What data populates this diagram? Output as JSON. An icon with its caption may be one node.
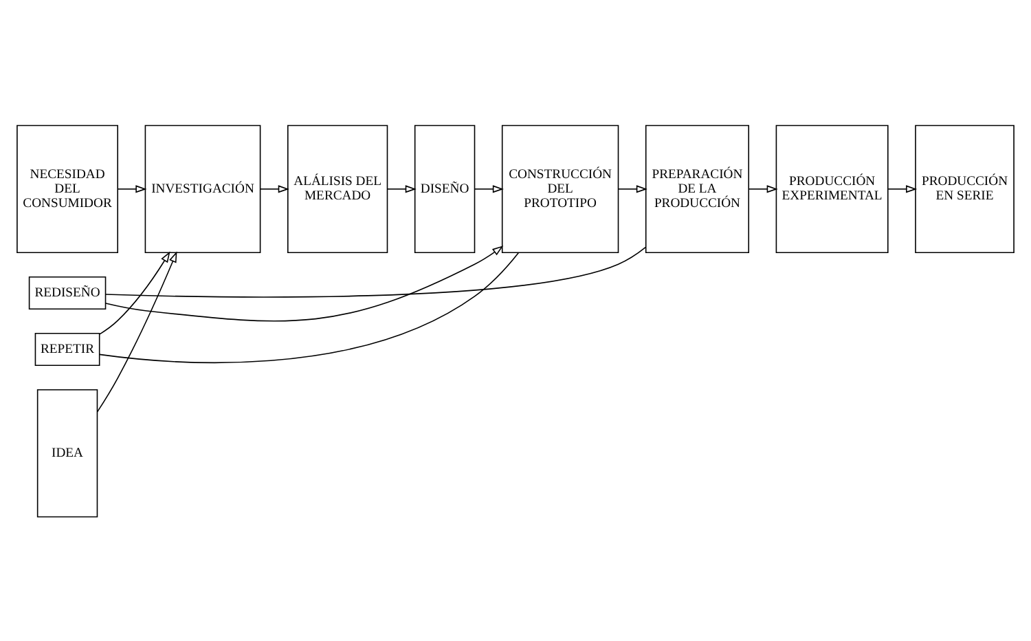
{
  "diagram": {
    "nodes": [
      {
        "text": [
          "NECESIDAD DEL CONSUMIDOR"
        ]
      },
      {
        "text": [
          "IDEA"
        ]
      },
      {
        "text": [
          "INVESTIGACIÓN"
        ]
      },
      {
        "text": [
          "ALÁLISIS DEL MERCADO"
        ]
      },
      {
        "text": [
          "DISEÑO"
        ]
      },
      {
        "text": [
          "CONSTRUCCIÓN DEL PROTOTIPO"
        ]
      },
      {
        "text": [
          "PREPARACIÓN DE LA PRODUCCIÓN"
        ]
      },
      {
        "text": [
          "PRODUCCIÓN EXPERIMENTAL"
        ]
      },
      {
        "text": [
          "PRODUCCIÓN EN SERIE"
        ]
      },
      {
        "text": [
          "REDISEÑO"
        ]
      },
      {
        "text": [
          "REPETIR"
        ]
      }
    ],
    "edges": [
      {
        "from": 0,
        "to": 2,
        "arrow": "to"
      },
      {
        "from": 1,
        "to": 2,
        "arrow": "to"
      },
      {
        "from": 2,
        "to": 3,
        "arrow": "to"
      },
      {
        "from": 3,
        "to": 4,
        "arrow": "to"
      },
      {
        "from": 4,
        "to": 5,
        "arrow": "to"
      },
      {
        "from": 5,
        "to": 6,
        "arrow": "to"
      },
      {
        "from": 6,
        "to": 7,
        "arrow": "to"
      },
      {
        "from": 7,
        "to": 8,
        "arrow": "to"
      },
      {
        "from": 6,
        "to": 9,
        "arrow": "none"
      },
      {
        "from": 9,
        "to": 5,
        "arrow": "to"
      },
      {
        "from": 5,
        "to": 10,
        "arrow": "none"
      },
      {
        "from": 10,
        "to": 2,
        "arrow": "to"
      }
    ]
  }
}
